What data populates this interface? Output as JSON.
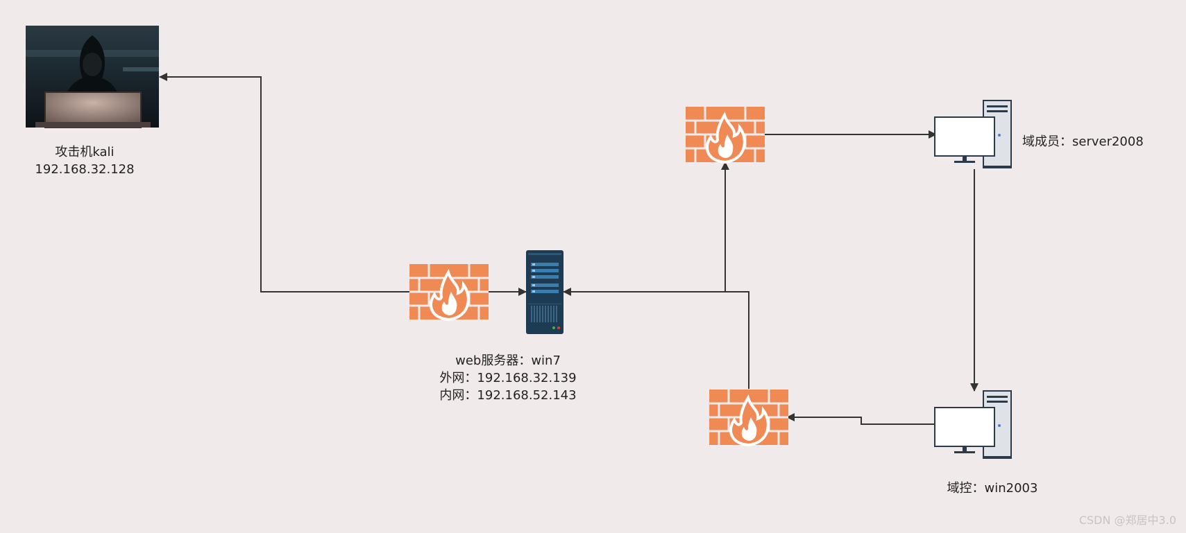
{
  "nodes": {
    "attacker": {
      "line1": "攻击机kali",
      "line2": "192.168.32.128"
    },
    "web_server": {
      "line1": "web服务器：win7",
      "line2": "外网：192.168.32.139",
      "line3": "内网：192.168.52.143"
    },
    "domain_member": {
      "label": "域成员：server2008"
    },
    "domain_controller": {
      "label": "域控：win2003"
    }
  },
  "watermark": "CSDN @郑居中3.0",
  "colors": {
    "background": "#f0ebea",
    "firewall": "#f08a55",
    "firewall_mortar": "#ffffff",
    "server": "#1d3b52",
    "edge": "#333333"
  }
}
